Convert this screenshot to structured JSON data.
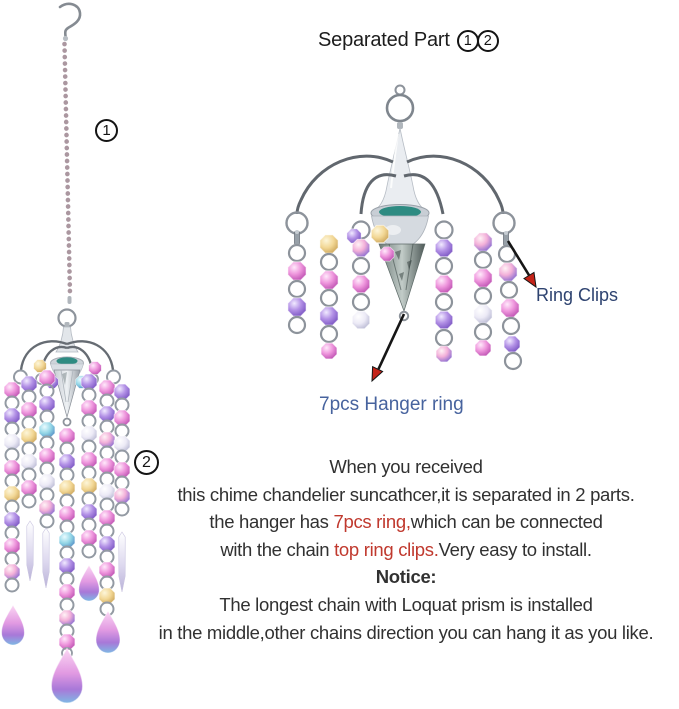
{
  "page": {
    "background": "#ffffff"
  },
  "heading": {
    "label": "Separated Part",
    "badge1": "1",
    "badge2": "2"
  },
  "figure_badges": {
    "part1": "1",
    "part2": "2"
  },
  "callouts": {
    "ring_clips": {
      "label": "Ring Clips",
      "color": "#2e4370"
    },
    "hanger_ring": {
      "label": "7pcs Hanger ring",
      "color": "#47639e"
    },
    "arrow": {
      "line_color": "#161616",
      "head_color": "#c42318"
    }
  },
  "instructions": {
    "text_color": "#313131",
    "highlight_color": "#c0392e",
    "lines": [
      {
        "segments": [
          {
            "text": "When you received"
          }
        ]
      },
      {
        "segments": [
          {
            "text": "this chime chandelier suncathcer,it is separated in 2 parts."
          }
        ]
      },
      {
        "segments": [
          {
            "text": "the hanger has "
          },
          {
            "text": "7pcs ring,",
            "highlight": true
          },
          {
            "text": "which can be connected"
          }
        ]
      },
      {
        "segments": [
          {
            "text": "with the chain "
          },
          {
            "text": "top ring clips.",
            "highlight": true
          },
          {
            "text": "Very easy to install."
          }
        ]
      },
      {
        "segments": [
          {
            "text": "Notice:",
            "bold": true
          }
        ]
      },
      {
        "segments": [
          {
            "text": "The longest chain with Loquat prism is installed"
          }
        ]
      },
      {
        "segments": [
          {
            "text": "in the middle,other chains direction you can hang it as you like."
          }
        ]
      }
    ]
  },
  "illustration_palette": {
    "metal": "#8d939b",
    "crystal_pink": "#ef97dd",
    "crystal_violet": "#b391e6",
    "crystal_clear": "#eceaf6",
    "crystal_gold": "#f2d795",
    "crystal_cyan": "#93d6e6",
    "teal_accent": "#2e8b82",
    "bead_chain": "#ab97a0"
  }
}
